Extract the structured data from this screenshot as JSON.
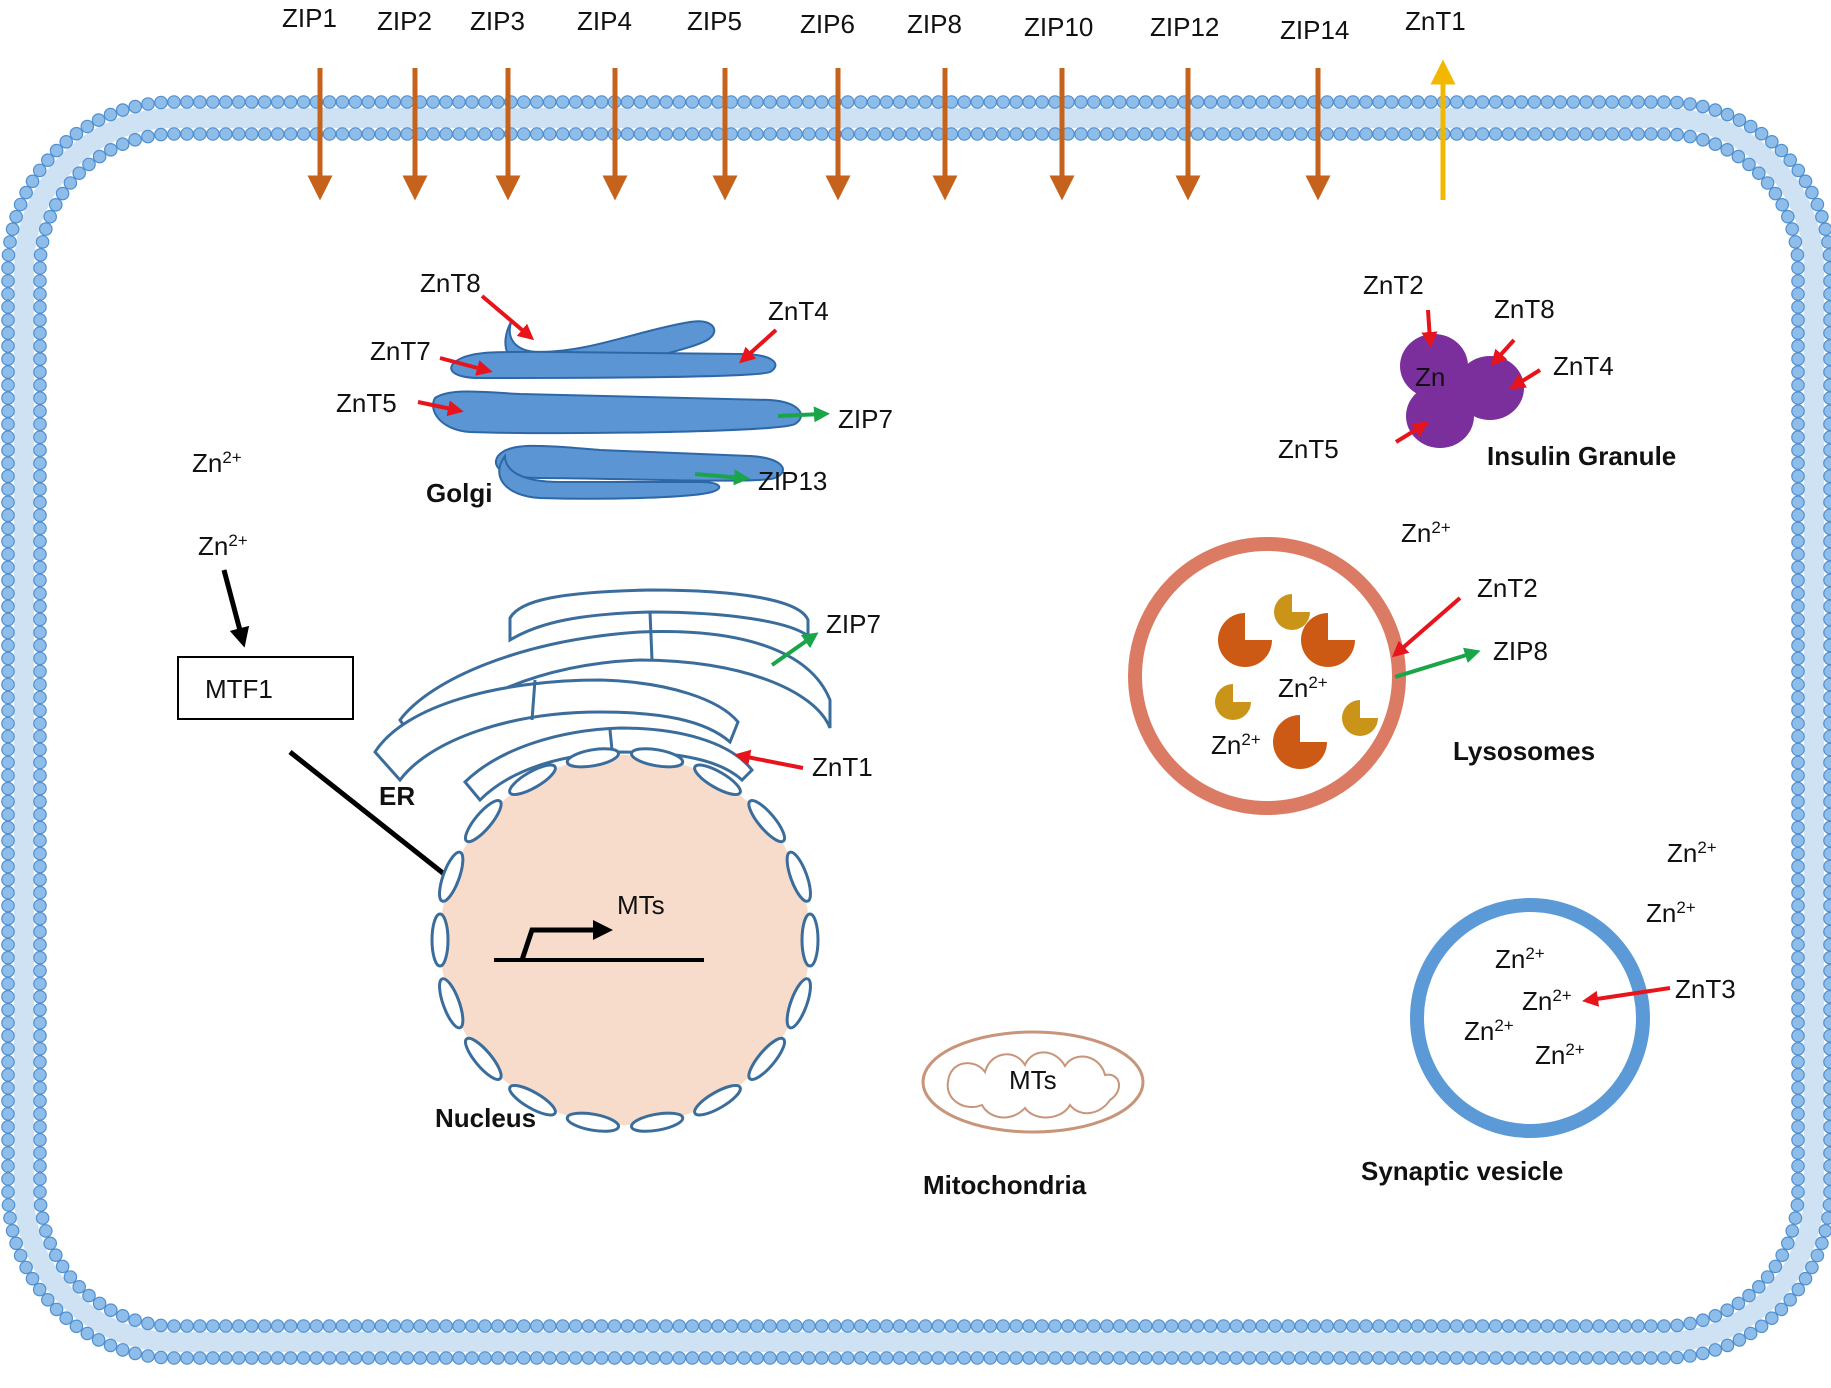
{
  "colors": {
    "membrane_fill": "#8fbdea",
    "membrane_stroke": "#4f8fcf",
    "zip_import": "#c5621c",
    "znt_export": "#f2b800",
    "inhibit_red": "#e8141c",
    "export_green": "#1aa54a",
    "golgi_fill": "#5b95d3",
    "golgi_stroke": "#2e67a6",
    "er_stroke": "#3a6d9c",
    "nucleus_fill": "#f8dccb",
    "granule_fill": "#7b2f9c",
    "lysosome_ring": "#dc7b63",
    "pac_orange": "#cc5a14",
    "pac_gold": "#c99418",
    "vesicle_ring": "#5b9ad6",
    "mito_stroke": "#c8957a"
  },
  "transporters_top": [
    "ZIP1",
    "ZIP2",
    "ZIP3",
    "ZIP4",
    "ZIP5",
    "ZIP6",
    "ZIP8",
    "ZIP10",
    "ZIP12",
    "ZIP14",
    "ZnT1"
  ],
  "golgi": {
    "title": "Golgi",
    "znt8": "ZnT8",
    "znt4": "ZnT4",
    "znt7": "ZnT7",
    "znt5": "ZnT5",
    "zip7": "ZIP7",
    "zip13": "ZIP13"
  },
  "cytoplasm": {
    "zn_a": "Zn",
    "zn_b": "Zn",
    "charge": "2+",
    "mtf1": "MTF1"
  },
  "er": {
    "title": "ER",
    "zip7": "ZIP7",
    "znt1": "ZnT1"
  },
  "nucleus": {
    "title": "Nucleus",
    "mts": "MTs"
  },
  "mitochondria": {
    "title": "Mitochondria",
    "mts": "MTs"
  },
  "insulin_granule": {
    "title": "Insulin Granule",
    "zn": "Zn",
    "znt2": "ZnT2",
    "znt8": "ZnT8",
    "znt4": "ZnT4",
    "znt5": "ZnT5"
  },
  "lysosome": {
    "title": "Lysosomes",
    "zn_outside": "Zn",
    "zn_center": "Zn",
    "zn_lower": "Zn",
    "znt2": "ZnT2",
    "zip8": "ZIP8"
  },
  "synaptic_vesicle": {
    "title": "Synaptic vesicle",
    "zn_out_a": "Zn",
    "zn_out_b": "Zn",
    "zn_in_a": "Zn",
    "zn_in_b": "Zn",
    "zn_in_c": "Zn",
    "zn_in_d": "Zn",
    "znt3": "ZnT3"
  }
}
